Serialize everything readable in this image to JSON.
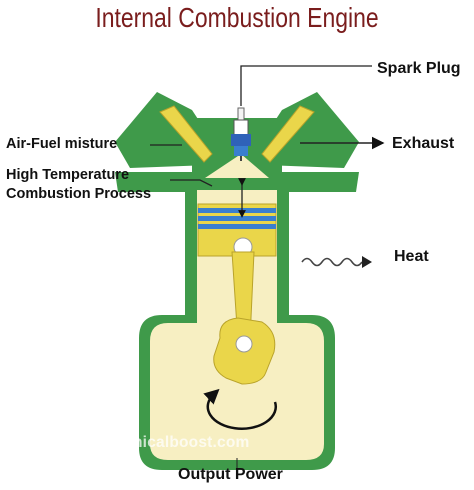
{
  "title": "Internal Combustion Engine",
  "labels": {
    "spark_plug": "Spark Plug",
    "air_fuel": "Air-Fuel misture",
    "exhaust": "Exhaust",
    "high_temp_line1": "High Temperature",
    "high_temp_line2": "Combustion Process",
    "heat": "Heat",
    "output_power": "Output Power"
  },
  "watermark": "©2021mechanicalboost.com",
  "colors": {
    "title": "#7a1d1d",
    "block_green": "#3f9a4a",
    "fill_light": "#f7efc2",
    "part_yellow": "#ead64a",
    "ring_blue": "#3a7fcf",
    "heat_wave": "#444444"
  }
}
